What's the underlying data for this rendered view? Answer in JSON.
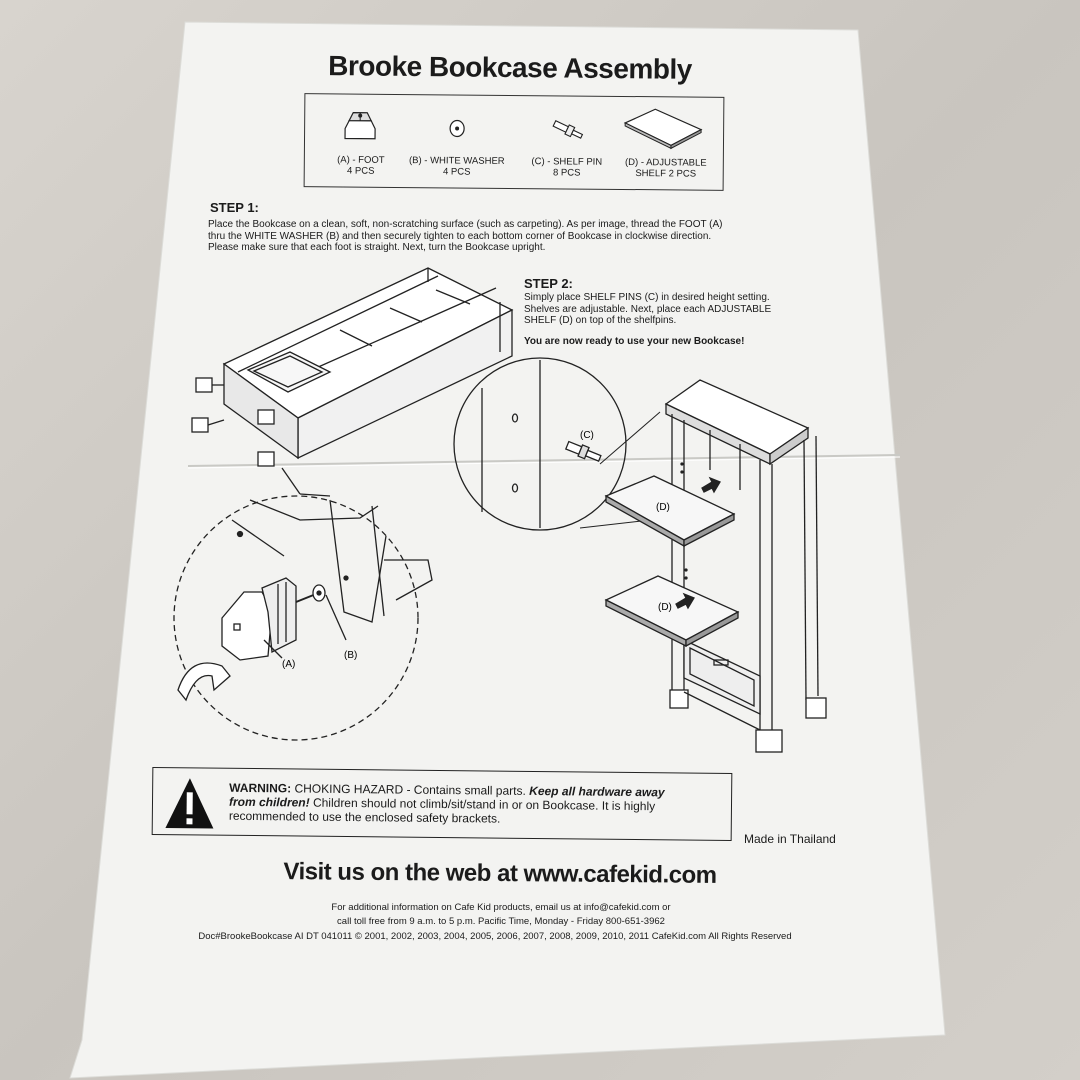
{
  "document": {
    "title": "Brooke Bookcase Assembly",
    "parts": [
      {
        "code": "(A)",
        "name": " - FOOT",
        "qty": "4 PCS"
      },
      {
        "code": "(B)",
        "name": " - WHITE WASHER",
        "qty": "4 PCS"
      },
      {
        "code": "(C)",
        "name": " - SHELF PIN",
        "qty": "8 PCS"
      },
      {
        "code": "(D)",
        "name": " - ADJUSTABLE",
        "qty": "SHELF 2 PCS"
      }
    ],
    "step1": {
      "heading": "STEP 1:",
      "lines": [
        "Place the Bookcase on a clean, soft, non-scratching surface (such as carpeting). As per image, thread the FOOT (A)",
        "thru the WHITE WASHER (B) and then securely tighten to each bottom corner of Bookcase in clockwise direction.",
        "Please make sure that each foot is straight. Next, turn the Bookcase upright."
      ]
    },
    "step2": {
      "heading": "STEP 2:",
      "lines": [
        "Simply place SHELF PINS (C) in desired height setting.",
        "Shelves are adjustable. Next, place each ADJUSTABLE",
        "SHELF (D) on top of the shelfpins."
      ],
      "ready": "You are now ready to use your new Bookcase!"
    },
    "diagram_labels": {
      "a": "(A)",
      "b": "(B)",
      "c": "(C)",
      "d1": "(D)",
      "d2": "(D)"
    },
    "warning": {
      "lead": "WARNING:",
      "lead_rest": " CHOKING HAZARD - Contains small parts. ",
      "emph1": "Keep all hardware away",
      "emph2": "from children!",
      "rest1": " Children should not climb/sit/stand in or on Bookcase. It is highly",
      "rest2": "recommended to use the enclosed safety brackets."
    },
    "made_in": "Made in Thailand",
    "web": "Visit us on the web at www.cafekid.com",
    "footer": [
      "For additional information on Cafe Kid products, email us at info@cafekid.com or",
      "call toll free from 9 a.m. to 5 p.m. Pacific Time, Monday - Friday 800-651-3962",
      "Doc#BrookeBookcase AI DT 041011 © 2001, 2002, 2003, 2004, 2005, 2006, 2007, 2008, 2009, 2010, 2011 CafeKid.com All Rights Reserved"
    ]
  }
}
